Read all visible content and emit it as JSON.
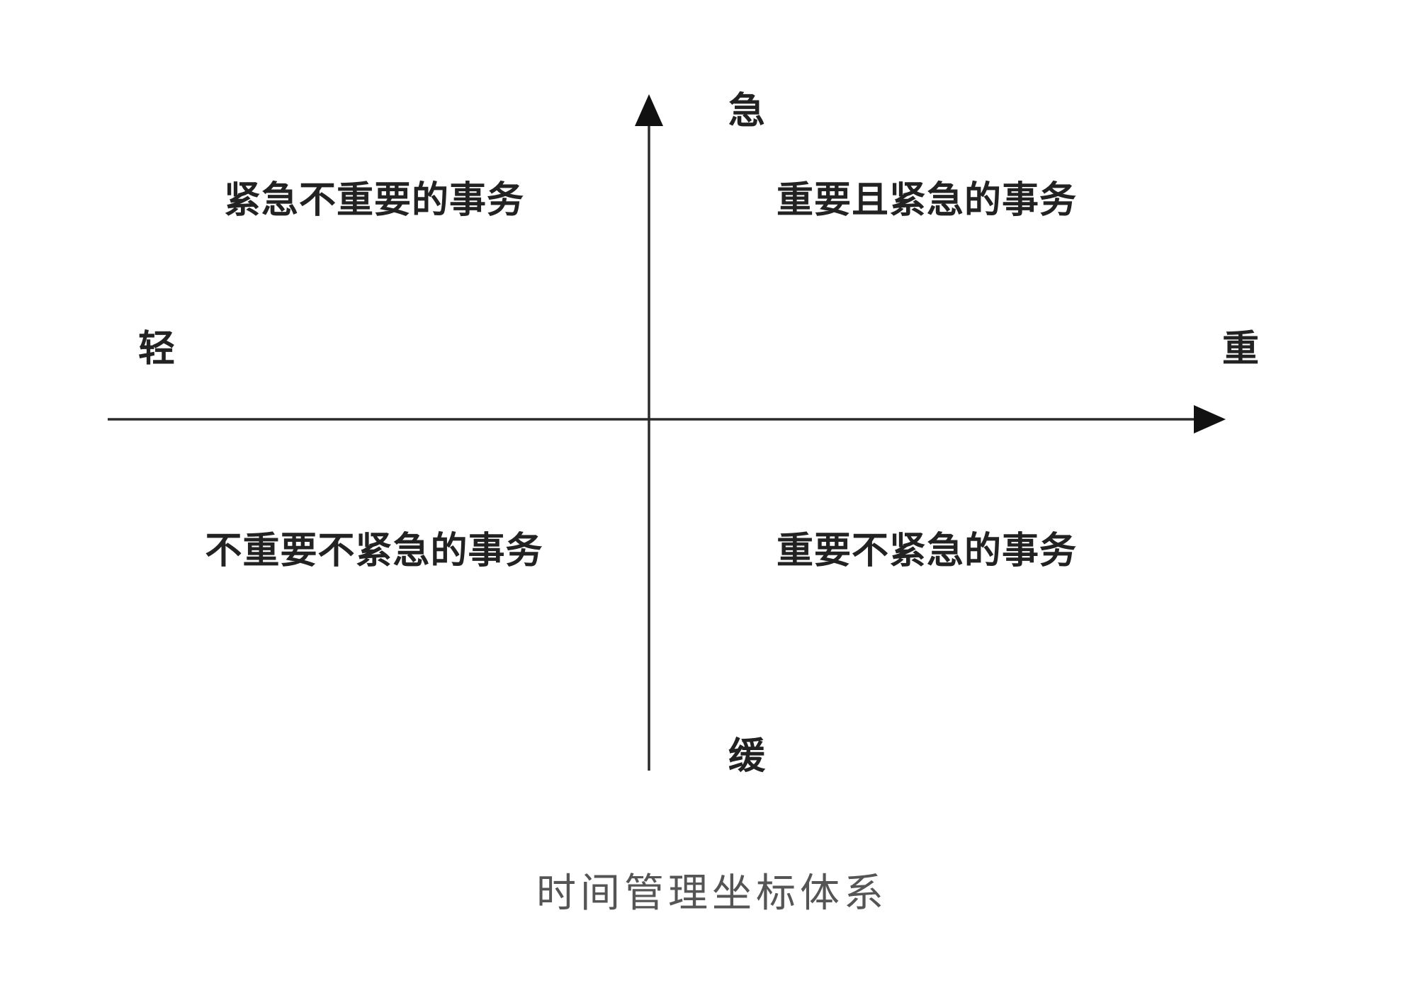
{
  "axes": {
    "vertical": {
      "top_label": "急",
      "bottom_label": "缓"
    },
    "horizontal": {
      "left_label": "轻",
      "right_label": "重"
    }
  },
  "quadrants": {
    "top_left": "紧急不重要的事务",
    "top_right": "重要且紧急的事务",
    "bottom_left": "不重要不紧急的事务",
    "bottom_right": "重要不紧急的事务"
  },
  "caption": "时间管理坐标体系"
}
